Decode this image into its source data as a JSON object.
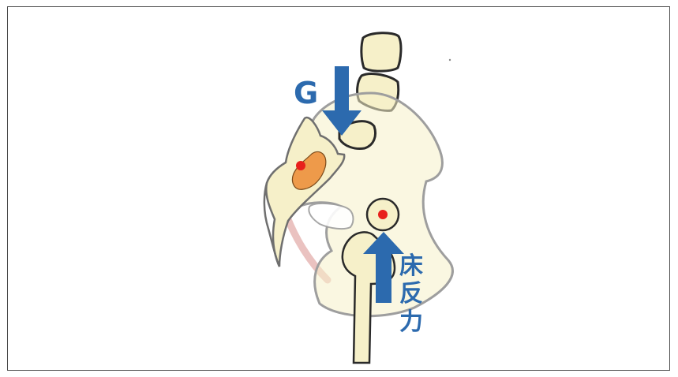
{
  "labels": {
    "gravity": "G",
    "floor_reaction_chars": [
      "床",
      "反",
      "力"
    ]
  },
  "colors": {
    "bone_fill": "#f6f0c9",
    "bone_stroke": "#2a2a2a",
    "pelvis_stroke": "#9e9e9e",
    "arrow": "#2c6aae",
    "joint_center": "#e8201c",
    "joint_surface": "#ee9a4a",
    "ligament": "#e6b7b5"
  }
}
